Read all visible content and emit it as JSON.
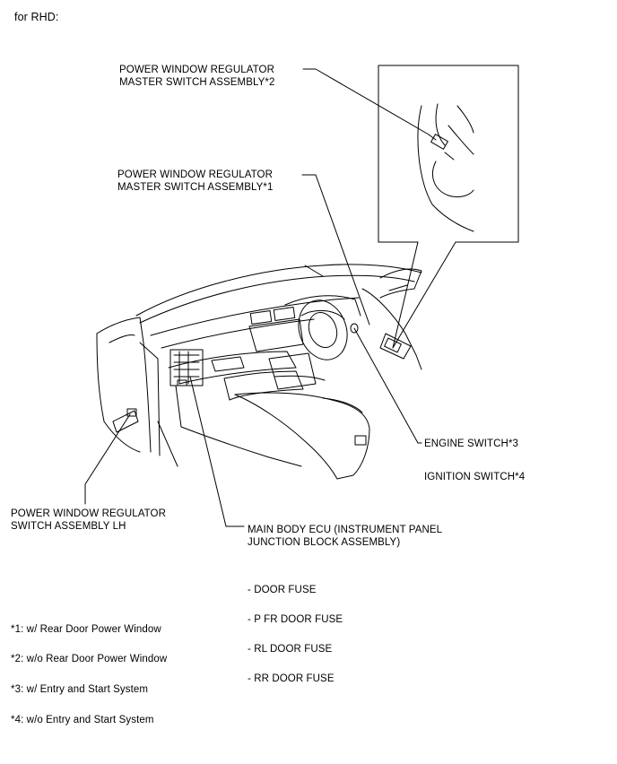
{
  "header": "for RHD:",
  "callouts": {
    "master_switch_2": [
      "POWER WINDOW REGULATOR",
      "MASTER SWITCH ASSEMBLY*2"
    ],
    "master_switch_1": [
      "POWER WINDOW REGULATOR",
      "MASTER SWITCH ASSEMBLY*1"
    ],
    "engine_switch": "ENGINE SWITCH*3",
    "ignition_switch": "IGNITION SWITCH*4",
    "switch_lh": [
      "POWER WINDOW REGULATOR",
      "SWITCH ASSEMBLY LH"
    ],
    "main_body_ecu": [
      "MAIN BODY ECU (INSTRUMENT PANEL",
      "JUNCTION BLOCK ASSEMBLY)"
    ]
  },
  "fuses": [
    "- DOOR FUSE",
    "- P FR DOOR FUSE",
    "- RL DOOR FUSE",
    "- RR DOOR FUSE"
  ],
  "notes": [
    "*1: w/ Rear Door Power Window",
    "*2: w/o Rear Door Power Window",
    "*3: w/ Entry and Start System",
    "*4: w/o Entry and Start System"
  ]
}
